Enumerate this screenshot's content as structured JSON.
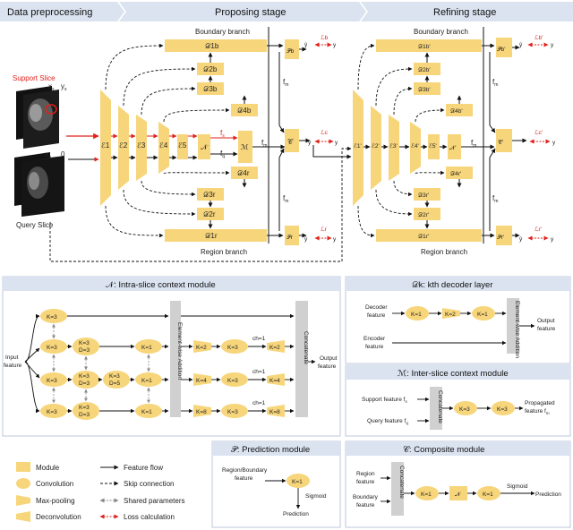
{
  "stages": [
    {
      "label": "Data preprocessing"
    },
    {
      "label": "Proposing stage"
    },
    {
      "label": "Refining stage"
    }
  ],
  "branches": {
    "p_boundary": "Boundary branch",
    "p_region": "Region branch",
    "r_boundary": "Boundary branch",
    "r_region": "Region branch"
  },
  "inputs": {
    "support_slice": "Support Slice",
    "query_slice": "Query Slice",
    "xs": "x",
    "ys": "y",
    "xq": "x",
    "zero": "0"
  },
  "proposing": {
    "encoders": [
      "ℰ1",
      "ℰ2",
      "ℰ3",
      "ℰ4",
      "ℰ5"
    ],
    "context": "𝒩",
    "inter": "ℳ",
    "fs": "f",
    "fq": "f",
    "fm": "f",
    "boundary_decoders": [
      "𝒟1b",
      "𝒟2b",
      "𝒟3b",
      "𝒟4b"
    ],
    "region_decoders": [
      "𝒟4r",
      "𝒟3r",
      "𝒟2r",
      "𝒟1r"
    ],
    "pred_b": "𝒫b",
    "pred_r": "𝒫r",
    "composite": "𝒞",
    "fmb": "f",
    "fmr": "f",
    "yb_hat": "ŷ",
    "yr_hat": "ŷ",
    "yq_hat": "ŷ",
    "yb": "y",
    "yr": "y",
    "yq": "y",
    "loss_b": "ℒb",
    "loss_r": "ℒr",
    "loss_c": "ℒc"
  },
  "refining": {
    "encoders": [
      "ℰ1'",
      "ℰ2'",
      "ℰ3'",
      "ℰ4'",
      "ℰ5'"
    ],
    "context": "𝒩'",
    "fm": "f",
    "boundary_decoders": [
      "𝒟1b'",
      "𝒟2b'",
      "𝒟3b'",
      "𝒟4b'"
    ],
    "region_decoders": [
      "𝒟4r'",
      "𝒟3r'",
      "𝒟2r'",
      "𝒟1r'"
    ],
    "pred_b": "𝒫b'",
    "pred_r": "𝒫r'",
    "composite": "𝒞'",
    "fmb": "f",
    "fmr": "f",
    "yb_hat": "ŷ",
    "yr_hat": "ŷ",
    "yb": "y",
    "yr": "y",
    "yq": "y",
    "loss_b": "ℒb'",
    "loss_r": "ℒr'",
    "loss_c": "ℒc'"
  },
  "intra": {
    "title": "𝒩: Intra-slice context module",
    "input": [
      "Input",
      "feature"
    ],
    "output": [
      "Output",
      "feature"
    ],
    "add": "Element-wise Addition",
    "concat": "Concatenate",
    "k3": "K=3",
    "k1": "K=1",
    "k2": "K=2",
    "k4": "K=4",
    "k8": "K=8",
    "d3": "D=3",
    "d5": "D=5",
    "ch1": "ch=1"
  },
  "decoder": {
    "title": "𝒟k: kth decoder layer",
    "decoder_feature": [
      "Decoder",
      "feature"
    ],
    "encoder_feature": [
      "Encoder",
      "feature"
    ],
    "k1": "K=1",
    "k2": "K=2",
    "add": "Element-wise Addition",
    "output": [
      "Output",
      "feature"
    ]
  },
  "inter": {
    "title": "ℳ: Inter-slice context module",
    "support": "Support feature",
    "query": "Query feature",
    "concat": "Concatenate",
    "k3": "K=3",
    "output": [
      "Propagated",
      "feature"
    ]
  },
  "legend": {
    "module": "Module",
    "convolution": "Convolution",
    "maxpool": "Max-pooling",
    "deconv": "Deconvolution",
    "flow": "Feature flow",
    "skip": "Skip connection",
    "shared": "Shared parameters",
    "loss": "Loss calculation"
  },
  "prediction": {
    "title": "𝒫: Prediction module",
    "input": [
      "Region/Boundary",
      "feature"
    ],
    "k1": "K=1",
    "sigmoid": "Sigmoid",
    "output": "Prediction"
  },
  "composite": {
    "title": "𝒞: Composite module",
    "region": [
      "Region",
      "feature"
    ],
    "boundary": [
      "Boundary",
      "feature"
    ],
    "concat": "Concatenate",
    "k1": "K=1",
    "n": "𝒩",
    "sigmoid": "Sigmoid",
    "output": "Prediction"
  },
  "colors": {
    "module": "#f7d57a",
    "stage_banner": "#dbe3f0",
    "gray": "#d0d0d0",
    "loss": "#e0201b"
  }
}
